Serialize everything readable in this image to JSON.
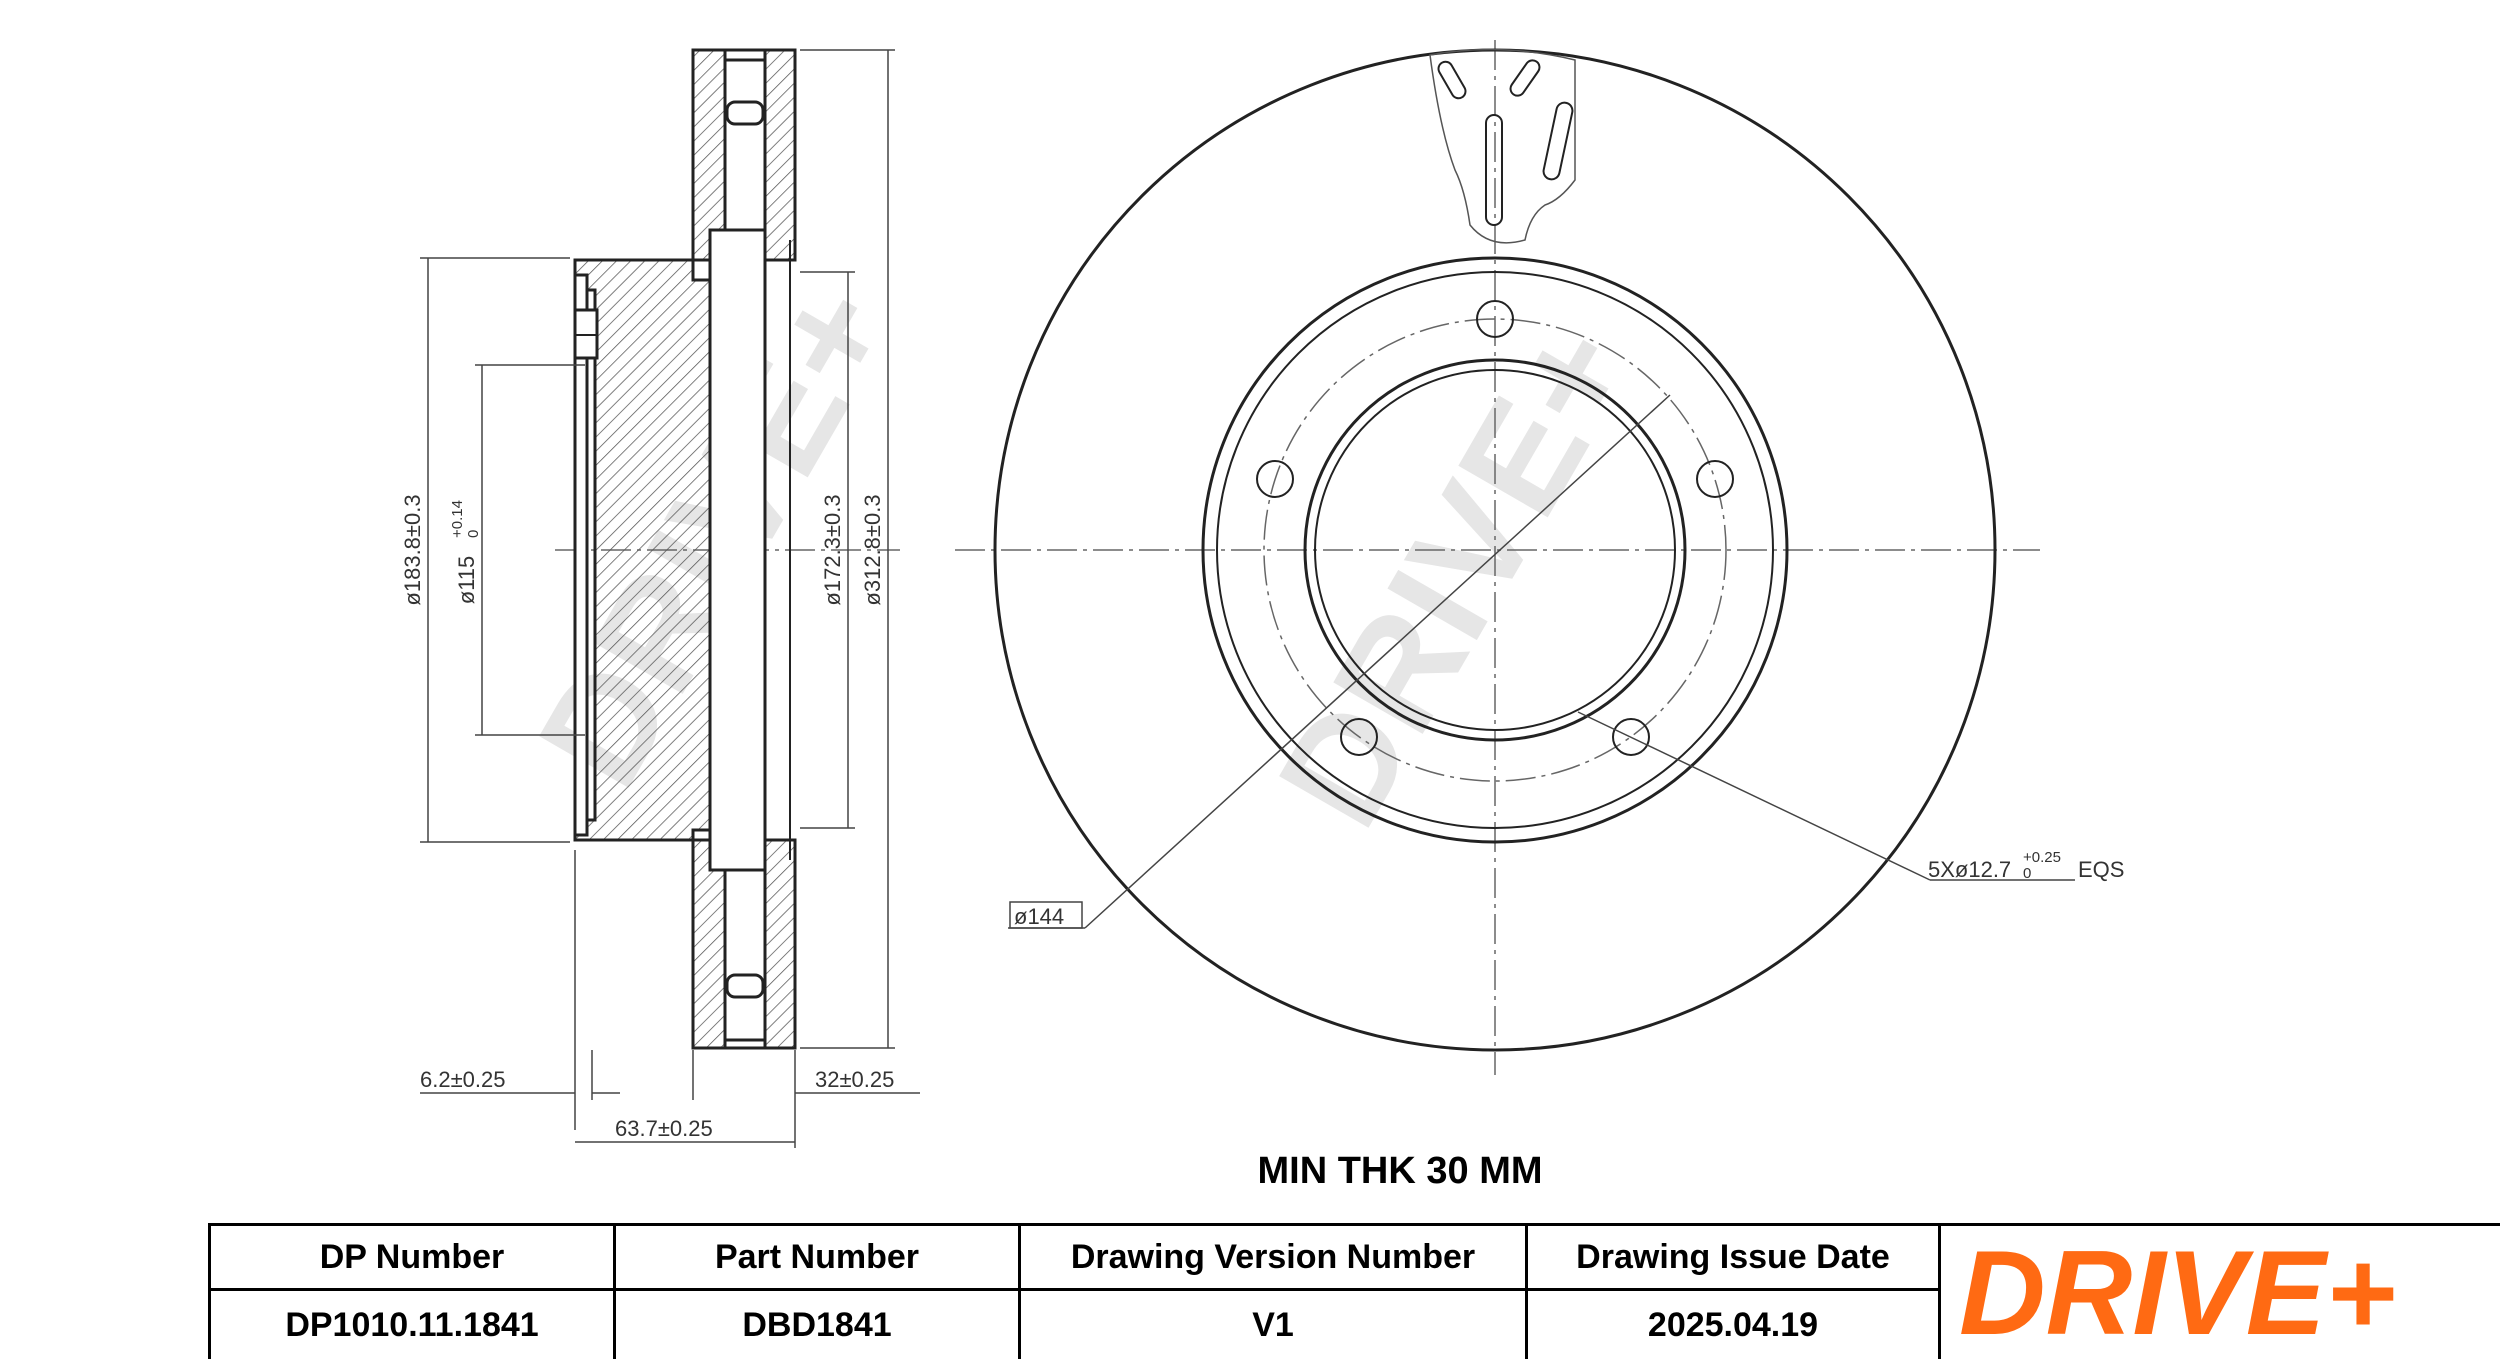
{
  "dimensions": {
    "outer_diameter": "ø312.8±0.3",
    "vent_diameter": "ø172.3±0.3",
    "hat_diameter": "ø183.8±0.3",
    "centre_bore_main": "ø115",
    "centre_bore_tol_upper": "+0.14",
    "centre_bore_tol_lower": "0",
    "flange_thickness": "6.2±0.25",
    "disc_thickness": "32±0.25",
    "overall_height": "63.7±0.25",
    "pcd": "ø144",
    "holes_main": "5Xø12.7",
    "holes_tol_upper": "+0.25",
    "holes_tol_lower": "0",
    "holes_suffix": "EQS"
  },
  "watermark": "DRIVE+",
  "min_thickness": "MIN THK 30 MM",
  "title_block": {
    "headers": [
      "DP Number",
      "Part Number",
      "Drawing Version Number",
      "Drawing Issue Date"
    ],
    "values": [
      "DP1010.11.1841",
      "DBD1841",
      "V1",
      "2025.04.19"
    ]
  },
  "brand": {
    "logo_text": "DRIVE+",
    "color": "#ff6a13"
  }
}
